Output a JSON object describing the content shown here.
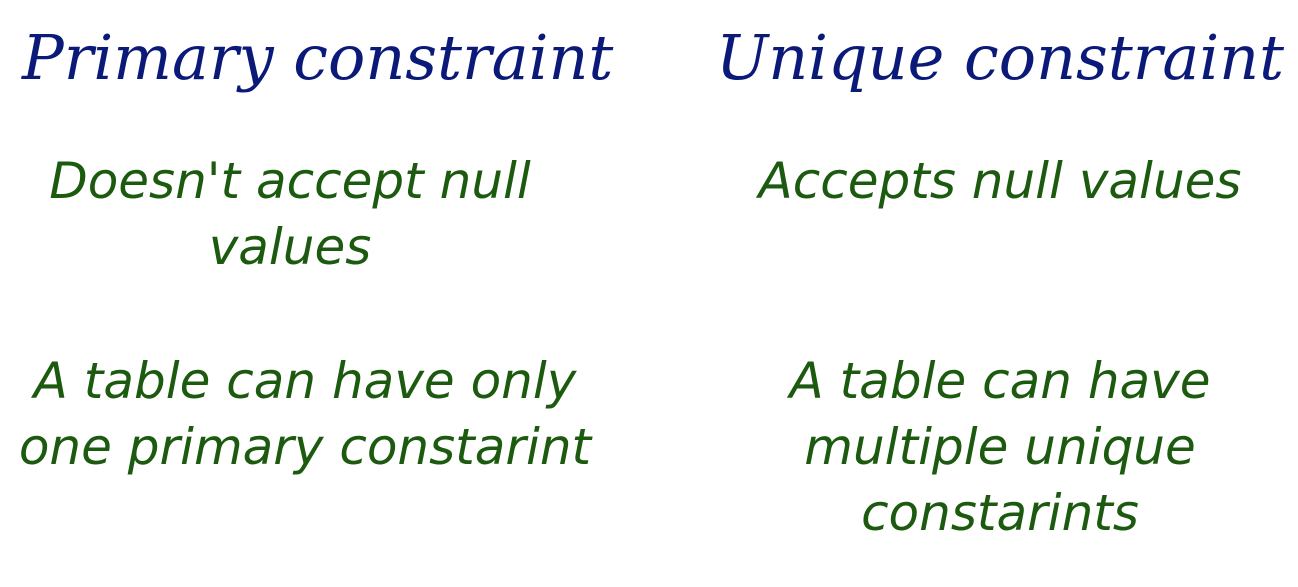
{
  "left": {
    "heading": "Primary constraint",
    "point1": "Doesn't accept null values",
    "point2": "A table can have only one primary constarint"
  },
  "right": {
    "heading": "Unique constraint",
    "point1": "Accepts null values",
    "point2": "A table can have multiple unique constarints"
  },
  "colors": {
    "heading": "#0b1a78",
    "body": "#1c5a0f",
    "background": "#ffffff"
  }
}
